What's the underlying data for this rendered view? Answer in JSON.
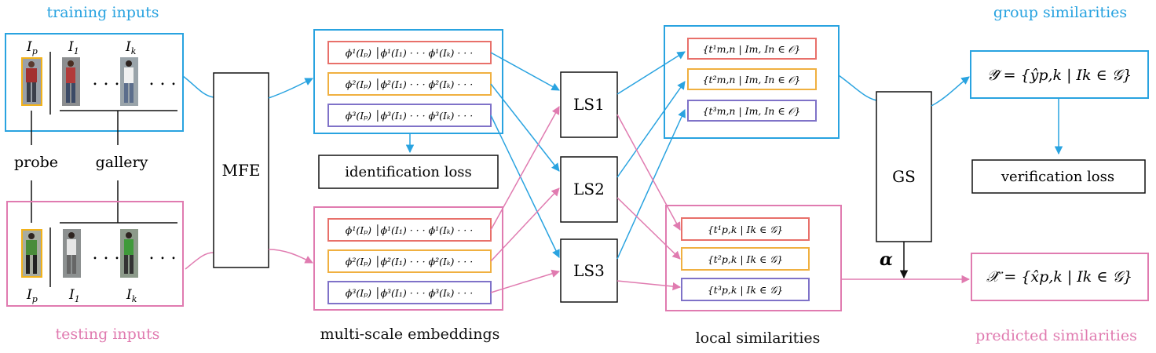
{
  "section_labels": {
    "training_inputs": "training inputs",
    "testing_inputs": "testing inputs",
    "multi_scale_embeddings": "multi-scale  embeddings",
    "local_similarities": "local similarities",
    "group_similarities": "group similarities",
    "predicted_similarities": "predicted similarities"
  },
  "inputs": {
    "probe_label": "probe",
    "gallery_label": "gallery",
    "train_ip": "I",
    "train_ip_sub": "p",
    "train_i1": "I",
    "train_i1_sub": "1",
    "train_ik": "I",
    "train_ik_sub": "k",
    "test_ip": "I",
    "test_ip_sub": "p",
    "test_i1": "I",
    "test_i1_sub": "1",
    "test_ik": "I",
    "test_ik_sub": "k",
    "ellipsis": ". . .",
    "ellipsis2": ". . ."
  },
  "modules": {
    "mfe": "MFE",
    "ls1": "LS1",
    "ls2": "LS2",
    "ls3": "LS3",
    "gs": "GS"
  },
  "losses": {
    "identification": "identification loss",
    "verification": "verification loss"
  },
  "embeddings": {
    "train": [
      "ϕ¹(Iₚ) │ϕ¹(I₁) · · · ϕ¹(Iₖ) · · ·",
      "ϕ²(Iₚ) │ϕ²(I₁) · · · ϕ²(Iₖ) · · ·",
      "ϕ³(Iₚ) │ϕ³(I₁) · · · ϕ³(Iₖ) · · ·"
    ],
    "test": [
      "ϕ¹(Iₚ) │ϕ¹(I₁) · · · ϕ¹(Iₖ) · · ·",
      "ϕ²(Iₚ) │ϕ²(I₁) · · · ϕ²(Iₖ) · · ·",
      "ϕ³(Iₚ) │ϕ³(I₁) · · · ϕ³(Iₖ) · · ·"
    ]
  },
  "local_sim": {
    "train": [
      "{t¹m,n | Im, In ∈ 𝒪}",
      "{t²m,n | Im, In ∈ 𝒪}",
      "{t³m,n | Im, In ∈ 𝒪}"
    ],
    "test": [
      "{t¹p,k | Ik ∈ 𝒢}",
      "{t²p,k | Ik ∈ 𝒢}",
      "{t³p,k | Ik ∈ 𝒢}"
    ]
  },
  "outputs": {
    "group_formula": "𝒴̂ = {ŷp,k | Ik ∈ 𝒢}",
    "pred_formula": "𝒳̂ = {x̂p,k | Ik ∈ 𝒢}",
    "alpha": "α"
  },
  "colors": {
    "blue": "#29a3e0",
    "pink": "#e07bb0",
    "red": "#e8706a",
    "orange": "#f0b040",
    "purple": "#7f72c8",
    "yellow_frame": "#f2b21a",
    "black": "#111111"
  }
}
